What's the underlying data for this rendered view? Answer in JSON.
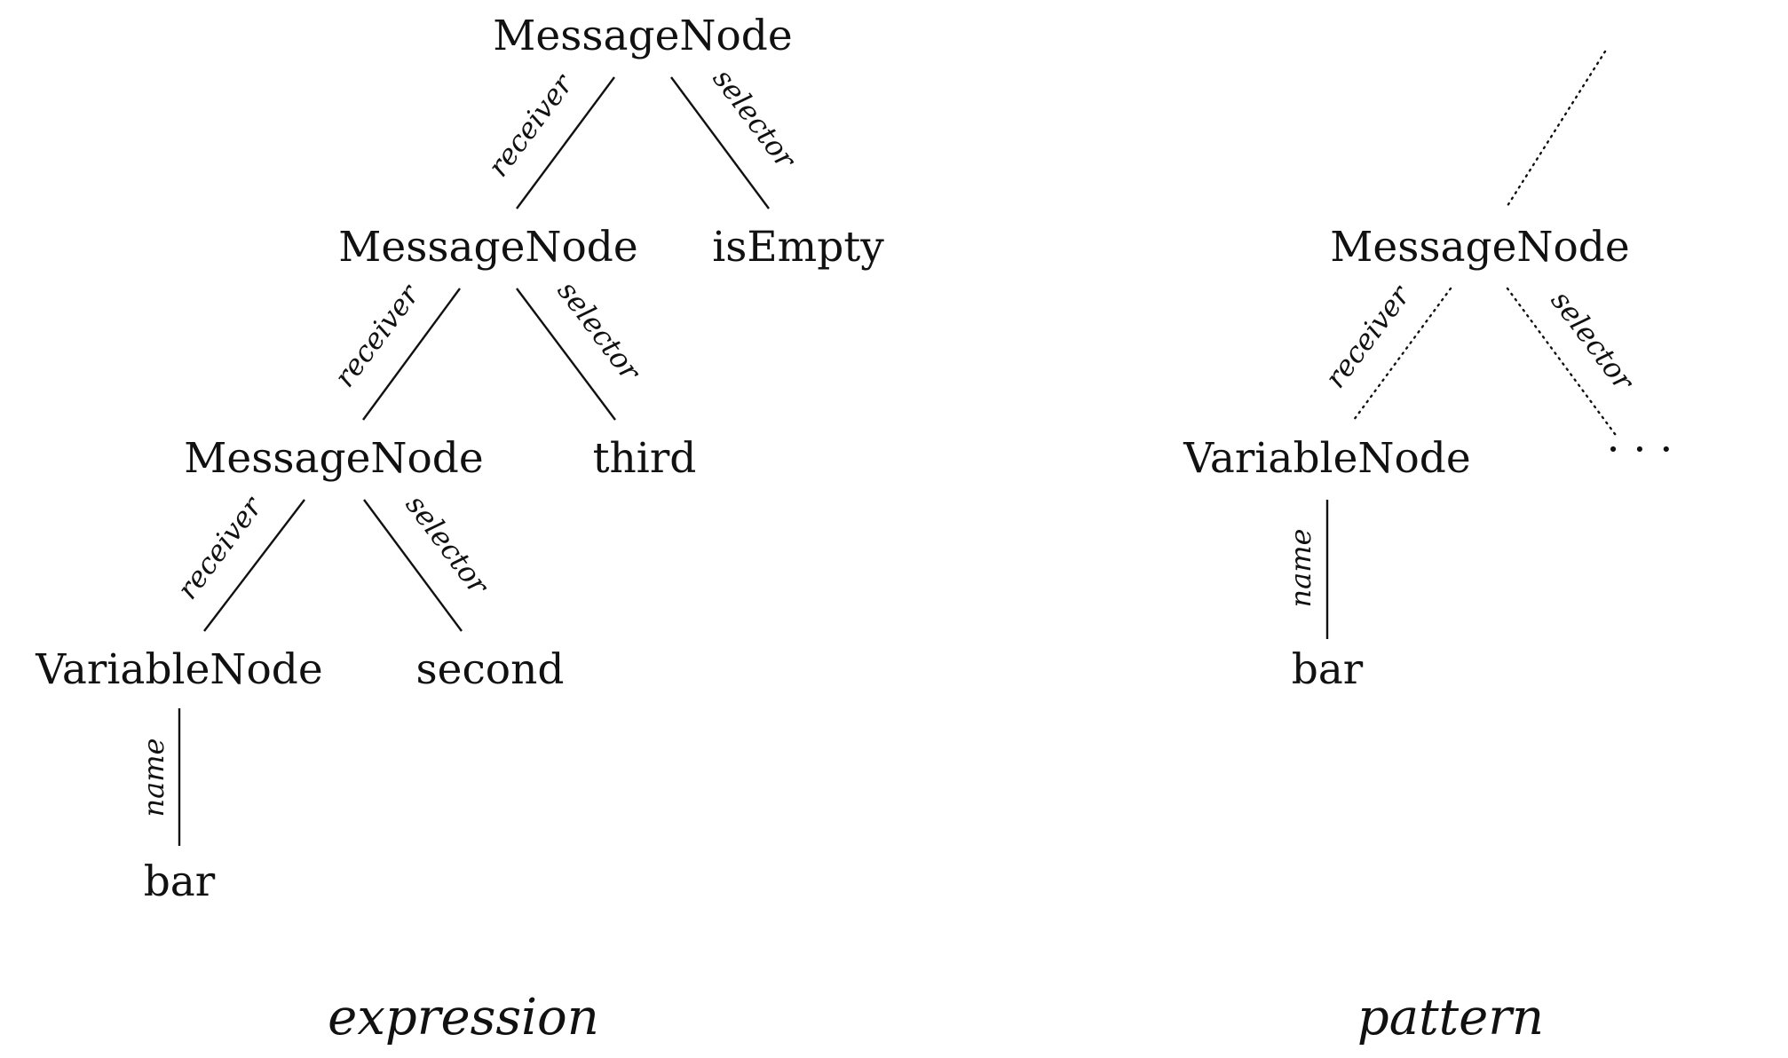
{
  "expression": {
    "caption": "expression",
    "nodes": {
      "root": "MessageNode",
      "level2": "MessageNode",
      "is_empty": "isEmpty",
      "level3": "MessageNode",
      "third": "third",
      "variable": "VariableNode",
      "second": "second",
      "bar": "bar"
    },
    "edges": {
      "root_receiver": "receiver",
      "root_selector": "selector",
      "level2_receiver": "receiver",
      "level2_selector": "selector",
      "level3_receiver": "receiver",
      "level3_selector": "selector",
      "variable_name": "name"
    }
  },
  "pattern": {
    "caption": "pattern",
    "nodes": {
      "message": "MessageNode",
      "variable": "VariableNode",
      "ellipsis": "· · ·",
      "bar": "bar"
    },
    "edges": {
      "receiver": "receiver",
      "selector": "selector",
      "variable_name": "name"
    }
  }
}
